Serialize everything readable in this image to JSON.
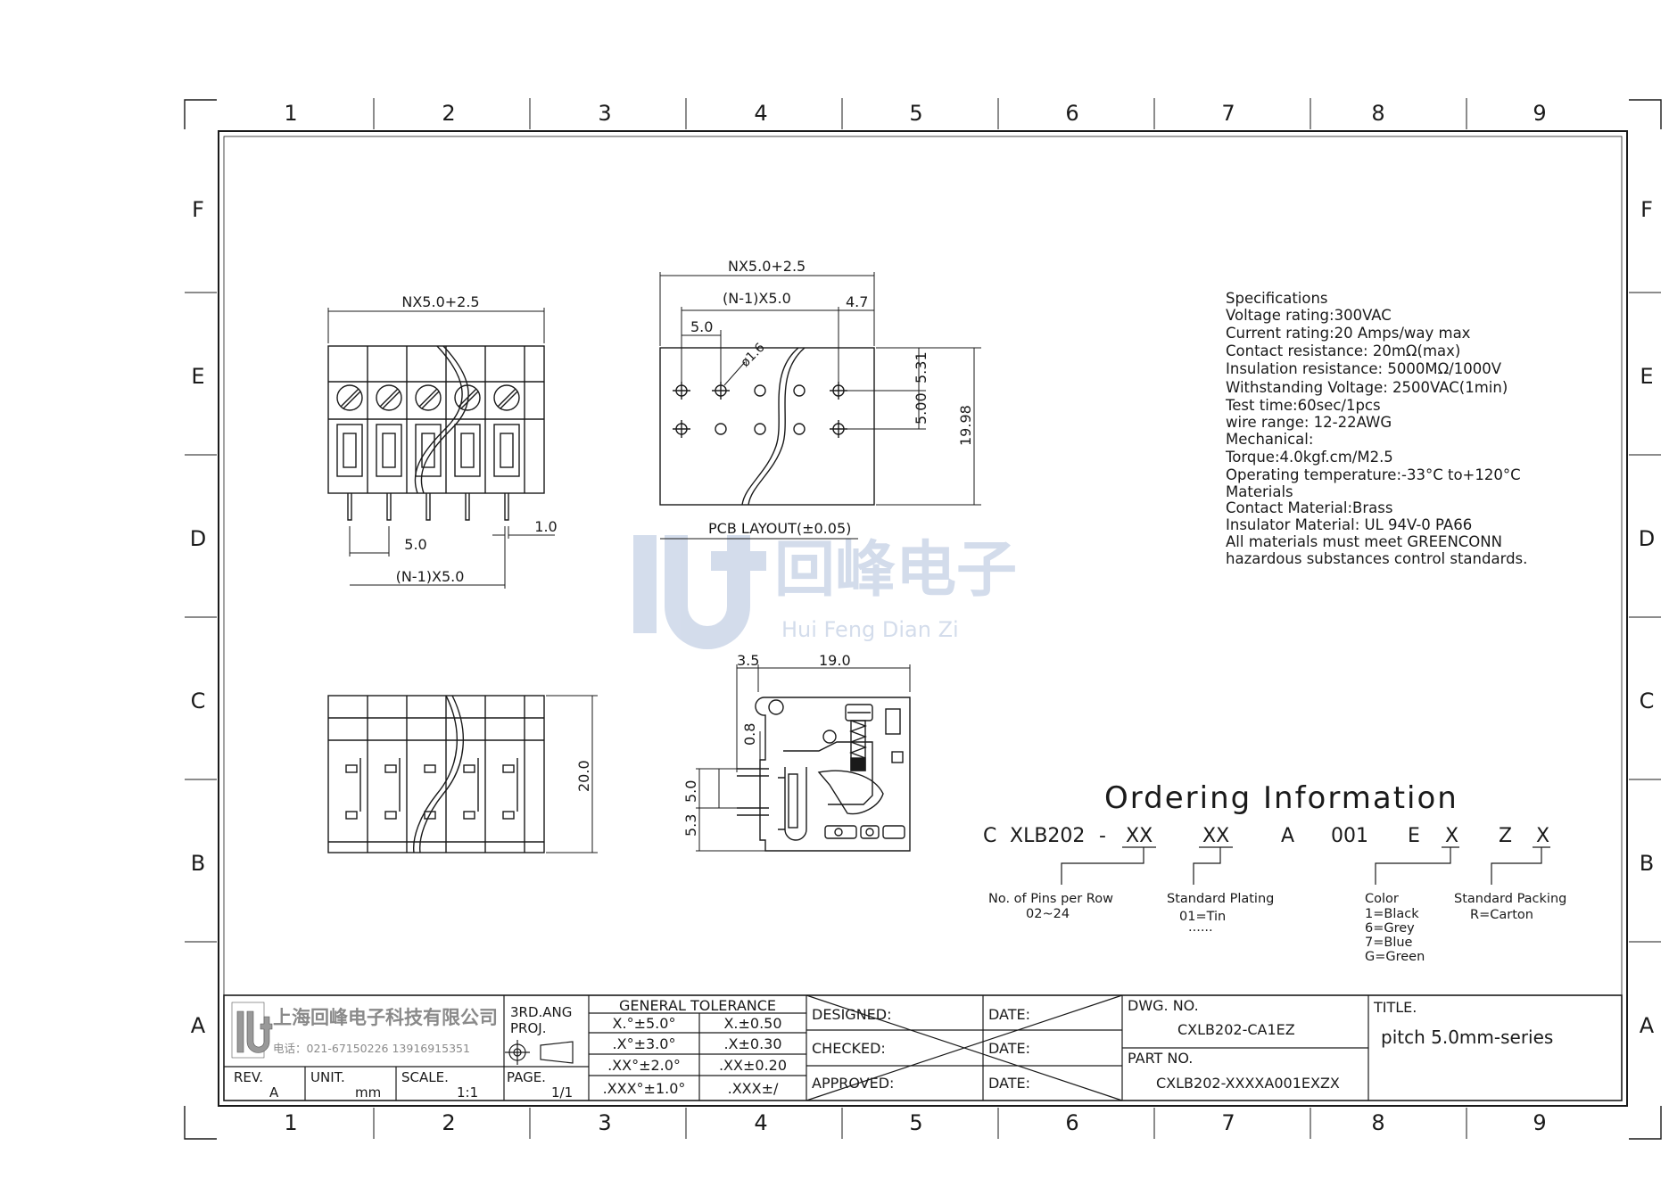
{
  "zones": {
    "columns": [
      "1",
      "2",
      "3",
      "4",
      "5",
      "6",
      "7",
      "8",
      "9"
    ],
    "rows": [
      "F",
      "E",
      "D",
      "C",
      "B",
      "A"
    ]
  },
  "top_view": {
    "overall": "NX5.0+2.5",
    "pitch": "5.0",
    "pin_width": "1.0",
    "span": "(N-1)X5.0"
  },
  "pcb_layout": {
    "overall": "NX5.0+2.5",
    "span": "(N-1)X5.0",
    "pitch": "5.0",
    "edge": "4.7",
    "hole": "ø1.6",
    "dim_a": "5.31",
    "dim_b": "5.00",
    "height": "19.98",
    "caption": "PCB LAYOUT(±0.05)"
  },
  "front_view": {
    "height": "20.0"
  },
  "side_view": {
    "d1": "3.5",
    "d2": "19.0",
    "d3": "0.8",
    "d4": "5.0",
    "d5": "5.3"
  },
  "watermark": {
    "brand": "回峰电子",
    "pinyin": "Hui Feng Dian Zi"
  },
  "specifications": [
    "Specifications",
    "Voltage rating:300VAC",
    "Current rating:20 Amps/way max",
    "Contact resistance: 20mΩ(max)",
    "Insulation resistance: 5000MΩ/1000V",
    "Withstanding Voltage: 2500VAC(1min)",
    "Test time:60sec/1pcs",
    "wire range: 12-22AWG",
    "Mechanical:",
    "Torque:4.0kgf.cm/M2.5",
    "Operating temperature:-33°C to+120°C",
    "Materials",
    "Contact Material:Brass",
    "Insulator Material: UL 94V-0 PA66",
    "All materials must meet GREENCONN",
    "hazardous substances control standards."
  ],
  "ordering": {
    "title": "Ordering Information",
    "parts": {
      "c": "C",
      "series": "XLB202",
      "dash": "-",
      "xx1": "XX",
      "xx2": "XX",
      "a": "A",
      "code": "001",
      "e": "E",
      "x1": "X",
      "z": "Z",
      "x2": "X"
    },
    "pins_label": "No. of Pins per Row",
    "pins_value": "02~24",
    "plating_label": "Standard Plating",
    "plating_value": "01=Tin",
    "plating_more": "......",
    "color_label": "Color",
    "colors": [
      "1=Black",
      "6=Grey",
      "7=Blue",
      "G=Green"
    ],
    "packing_label": "Standard Packing",
    "packing_value": "R=Carton"
  },
  "title_block": {
    "company": "上海回峰电子科技有限公司",
    "phone": "电话：021-67150226  13916915351",
    "proj_1": "3RD.ANG",
    "proj_2": "PROJ.",
    "gt_title": "GENERAL TOLERANCE",
    "gt": [
      [
        "X.°±5.0°",
        "X.±0.50"
      ],
      [
        ".X°±3.0°",
        ".X±0.30"
      ],
      [
        ".XX°±2.0°",
        ".XX±0.20"
      ],
      [
        ".XXX°±1.0°",
        ".XXX±/"
      ]
    ],
    "designed": "DESIGNED:",
    "checked": "CHECKED:",
    "approved": "APPROVED:",
    "date": "DATE:",
    "dwg_label": "DWG. NO.",
    "dwg_value": "CXLB202-CA1EZ",
    "part_label": "PART NO.",
    "part_value": "CXLB202-XXXXA001EXZX",
    "title_label": "TITLE.",
    "title_value": "pitch 5.0mm-series",
    "rev_label": "REV.",
    "rev_value": "A",
    "unit_label": "UNIT.",
    "unit_value": "mm",
    "scale_label": "SCALE.",
    "scale_value": "1:1",
    "page_label": "PAGE.",
    "page_value": "1/1"
  }
}
